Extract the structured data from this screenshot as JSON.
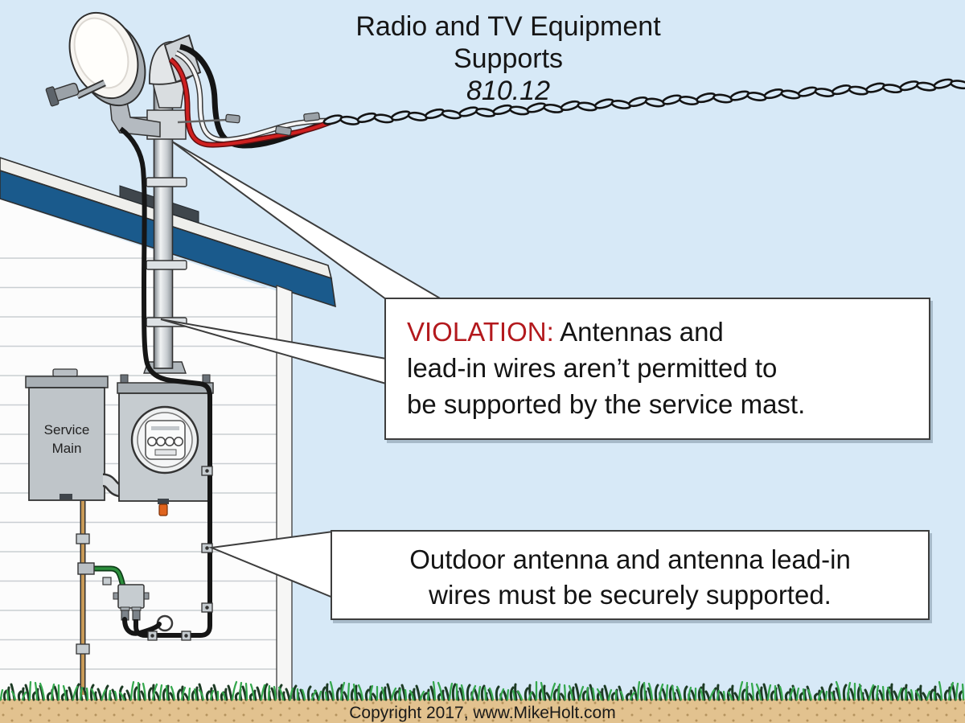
{
  "title": {
    "line1": "Radio and TV Equipment",
    "line2": "Supports",
    "code": "810.12"
  },
  "callouts": {
    "violation": {
      "label": "VIOLATION:",
      "line1_rest": " Antennas and",
      "line2": "lead-in wires aren’t permitted to",
      "line3": "be supported by the service mast."
    },
    "support": {
      "line1": "Outdoor antenna and antenna lead-in",
      "line2": "wires must be securely supported."
    }
  },
  "panel_labels": {
    "service_main_line1": "Service",
    "service_main_line2": "Main"
  },
  "footer": {
    "copyright": "Copyright 2017, www.MikeHolt.com"
  },
  "colors": {
    "sky": "#d7e9f7",
    "roof_blue": "#1a5a8c",
    "violation_red": "#b3191d",
    "callout_border": "#3d3d3d",
    "wire_red": "#cf2020",
    "wire_green": "#2c8f3c",
    "ground_copper": "#c89a58",
    "soil_tan": "#e2c28f",
    "grass_green": "#1f8c37",
    "panel_gray": "#c6ccd0",
    "coax_black": "#161616"
  }
}
